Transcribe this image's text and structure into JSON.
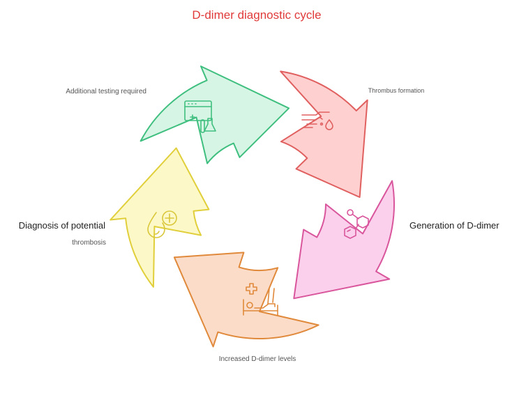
{
  "title": "D-dimer diagnostic cycle",
  "colors": {
    "title": "#e03a3a",
    "green_fill": "#d7f5e4",
    "green_stroke": "#3fbf7f",
    "red_fill": "#ffd0d0",
    "red_stroke": "#e06060",
    "pink_fill": "#fbd0ec",
    "pink_stroke": "#d9559c",
    "orange_fill": "#fbdcc8",
    "orange_stroke": "#e0893a",
    "yellow_fill": "#fdf8c8",
    "yellow_stroke": "#e0cf3a"
  },
  "stages": [
    {
      "label": "Thrombus formation",
      "icon": "blood-drop-hand-icon"
    },
    {
      "label": "Generation of D-dimer",
      "icon": "molecule-icon"
    },
    {
      "label": "Increased D-dimer levels",
      "icon": "hospital-bed-icon"
    },
    {
      "label_line1": "Diagnosis of potential",
      "label_line2": "thrombosis",
      "icon": "drop-plus-icon"
    },
    {
      "label": "Additional testing required",
      "icon": "lab-test-icon"
    }
  ]
}
